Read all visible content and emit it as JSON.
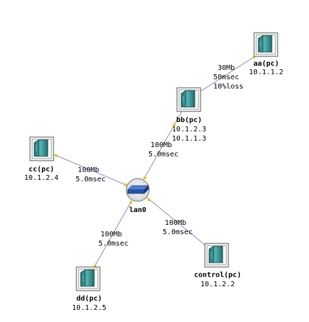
{
  "nodes": {
    "aa": {
      "name": "aa(pc)",
      "ips": [
        "10.1.1.2"
      ]
    },
    "bb": {
      "name": "bb(pc)",
      "ips": [
        "10.1.2.3",
        "10.1.1.3"
      ]
    },
    "cc": {
      "name": "cc(pc)",
      "ips": [
        "10.1.2.4"
      ]
    },
    "lan0": {
      "name": "lan0",
      "ips": []
    },
    "control": {
      "name": "control(pc)",
      "ips": [
        "10.1.2.2"
      ]
    },
    "dd": {
      "name": "dd(pc)",
      "ips": [
        "10.1.2.5"
      ]
    }
  },
  "links": {
    "bb_aa": {
      "lines": [
        "30Mb",
        "50msec",
        "10%loss"
      ]
    },
    "lan0_bb": {
      "lines": [
        "100Mb",
        "5.0msec"
      ]
    },
    "lan0_cc": {
      "lines": [
        "100Mb",
        "5.0msec"
      ]
    },
    "lan0_dd": {
      "lines": [
        "100Mb",
        "5.0msec"
      ]
    },
    "lan0_control": {
      "lines": [
        "100Mb",
        "5.0msec"
      ]
    }
  },
  "colors": {
    "link": "#8a8ac8",
    "endpoint": "#e8c800",
    "pc_body": "#2f8f8f",
    "pc_frame": "#444444"
  }
}
